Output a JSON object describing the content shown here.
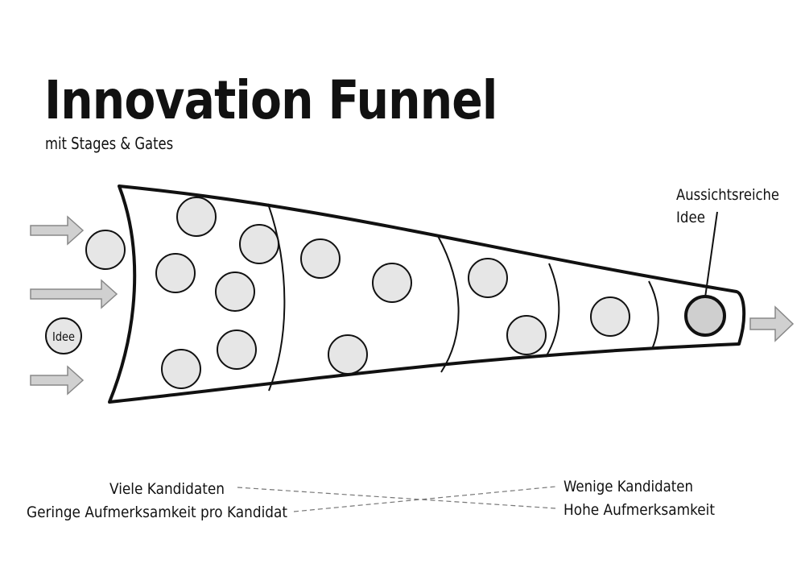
{
  "title": "Innovation Funnel",
  "subtitle": "mit Stages & Gates",
  "idea_label": "Idee",
  "promising_idea_label": [
    "Aussichtsreiche",
    "Idee"
  ],
  "left_notes": [
    "Viele Kandidaten",
    "Geringe Aufmerksamkeit pro Kandidat"
  ],
  "right_notes": [
    "Wenige Kandidaten",
    "Hohe Aufmerksamkeit"
  ],
  "colors": {
    "outline": "#111111",
    "idea_fill": "#e6e6e6",
    "promising_fill": "#cfcfcf",
    "arrow_fill": "#d0d0d0",
    "arrow_stroke": "#888888",
    "dashed_line": "#777777"
  },
  "icons": [
    "arrow-right-icon"
  ]
}
